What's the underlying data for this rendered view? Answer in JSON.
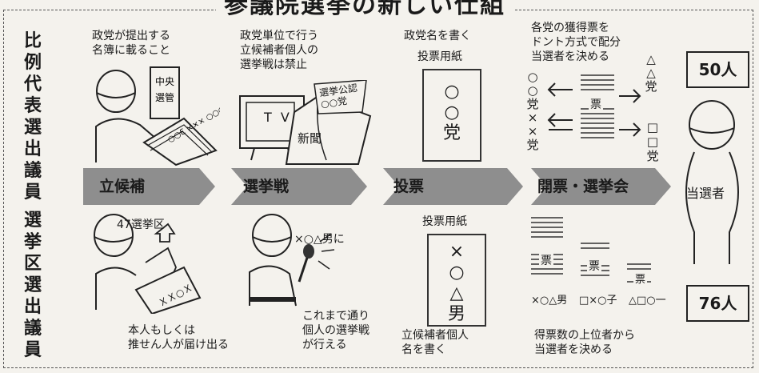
{
  "title": "参議院選挙の新しい仕組",
  "rows": {
    "proportional": {
      "label": [
        "比",
        "例",
        "代",
        "表",
        "選",
        "出",
        "議",
        "員"
      ]
    },
    "district": {
      "label": [
        "選",
        "挙",
        "区",
        "選",
        "出",
        "議",
        "員"
      ]
    }
  },
  "steps": [
    "立候補",
    "選挙戦",
    "投票",
    "開票・選挙会"
  ],
  "top": {
    "candidacy_note": "政党が提出する\n名簿に載ること",
    "list_doc": "中央\n選管",
    "campaign_note": "政党単位で行う\n立候補者個人の\n選挙戦は禁止",
    "tv": "T V",
    "newspaper": "新聞",
    "poster": "選挙公認\n○○党",
    "vote_note": "政党名を書く",
    "ballot_title": "投票用紙",
    "ballot_chars": [
      "○",
      "○",
      "党"
    ],
    "count_note": "各党の獲得票を\nドント方式で配分\n当選者を決める",
    "party_left": [
      "○",
      "○",
      "党",
      "×",
      "×",
      "党"
    ],
    "ticket": "票",
    "party_right_top": [
      "△",
      "△",
      "党"
    ],
    "party_right_bottom": [
      "□",
      "□",
      "党"
    ],
    "seats": "50人"
  },
  "bottom": {
    "district_label": "47選挙区",
    "paper": "ＸＸ○Ｘ",
    "candidacy_note": "本人もしくは\n推せん人が届け出る",
    "speech": "×○△男に",
    "campaign_note": "これまで通り\n個人の選挙戦\nが行える",
    "ballot_title": "投票用紙",
    "ballot_chars": [
      "×",
      "○",
      "△",
      "男"
    ],
    "vote_note": "立候補者個人\n名を書く",
    "candidates": [
      "×○△男",
      "□×○子",
      "△□○一"
    ],
    "ticket": "票",
    "count_note": "得票数の上位者から\n当選者を決める",
    "seats": "76人"
  },
  "winner": "当選者",
  "colors": {
    "band": "#8e8e8e",
    "ink": "#1a1a1a",
    "background": "#f4f2ed"
  }
}
